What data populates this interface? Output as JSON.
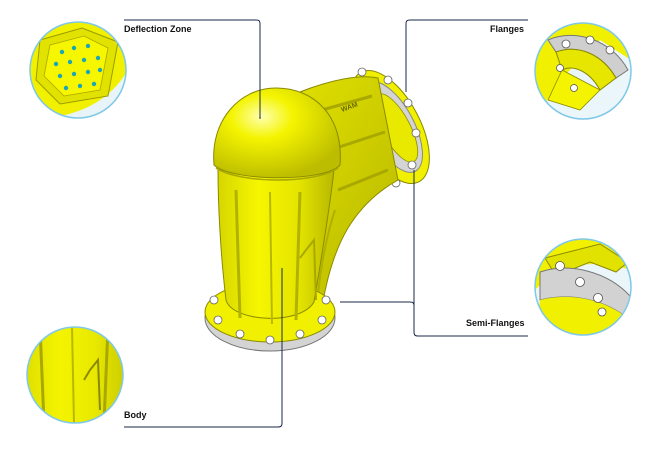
{
  "labels": {
    "deflection_zone": "Deflection Zone",
    "flanges": "Flanges",
    "semi_flanges": "Semi-Flanges",
    "body": "Body"
  },
  "logo_text": "WAM",
  "colors": {
    "body_yellow": "#f0f000",
    "body_shadow": "#c8c800",
    "flange_grey": "#c8c8c8",
    "callout_line": "#1a2a4a",
    "inset_border": "#7fc8e8",
    "hole_cyan": "#1aa6b8"
  }
}
